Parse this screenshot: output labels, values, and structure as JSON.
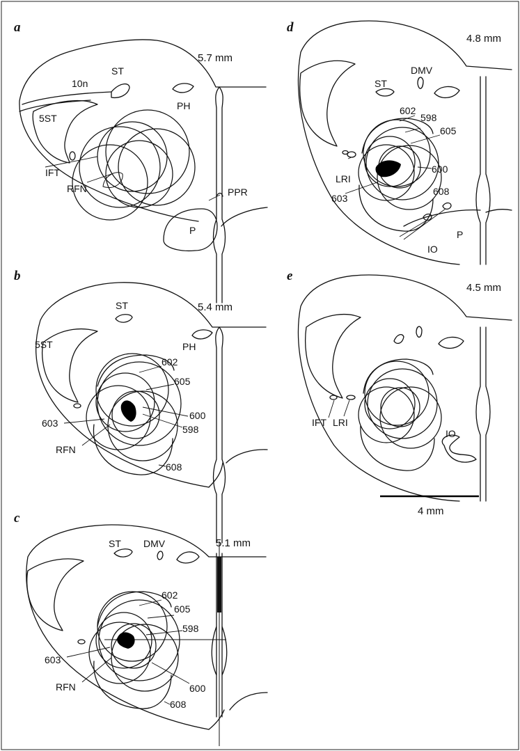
{
  "panels": [
    {
      "letter": "a",
      "depth": "5.7 mm",
      "labels": {
        "st": "ST",
        "n10": "10n",
        "st5": "5ST",
        "ph": "PH",
        "ift": "IFT",
        "rfn": "RFN",
        "ppr": "PPR",
        "p": "P"
      }
    },
    {
      "letter": "b",
      "depth": "5.4 mm",
      "labels": {
        "st": "ST",
        "st5": "5ST",
        "ph": "PH",
        "n602": "602",
        "n605": "605",
        "n600": "600",
        "n598": "598",
        "n603": "603",
        "rfn": "RFN",
        "n608": "608"
      }
    },
    {
      "letter": "c",
      "depth": "5.1 mm",
      "labels": {
        "st": "ST",
        "dmv": "DMV",
        "n602": "602",
        "n605": "605",
        "n598": "598",
        "n603": "603",
        "rfn": "RFN",
        "n600": "600",
        "n608": "608"
      }
    },
    {
      "letter": "d",
      "depth": "4.8 mm",
      "labels": {
        "st": "ST",
        "dmv": "DMV",
        "n602": "602",
        "n598": "598",
        "n605": "605",
        "lri": "LRI",
        "n600": "600",
        "n603": "603",
        "n608": "608",
        "io": "IO",
        "p": "P"
      }
    },
    {
      "letter": "e",
      "depth": "4.5 mm",
      "labels": {
        "ift": "IFT",
        "lri": "LRI",
        "io": "IO"
      }
    }
  ],
  "scale_bar": {
    "label": "4 mm"
  }
}
